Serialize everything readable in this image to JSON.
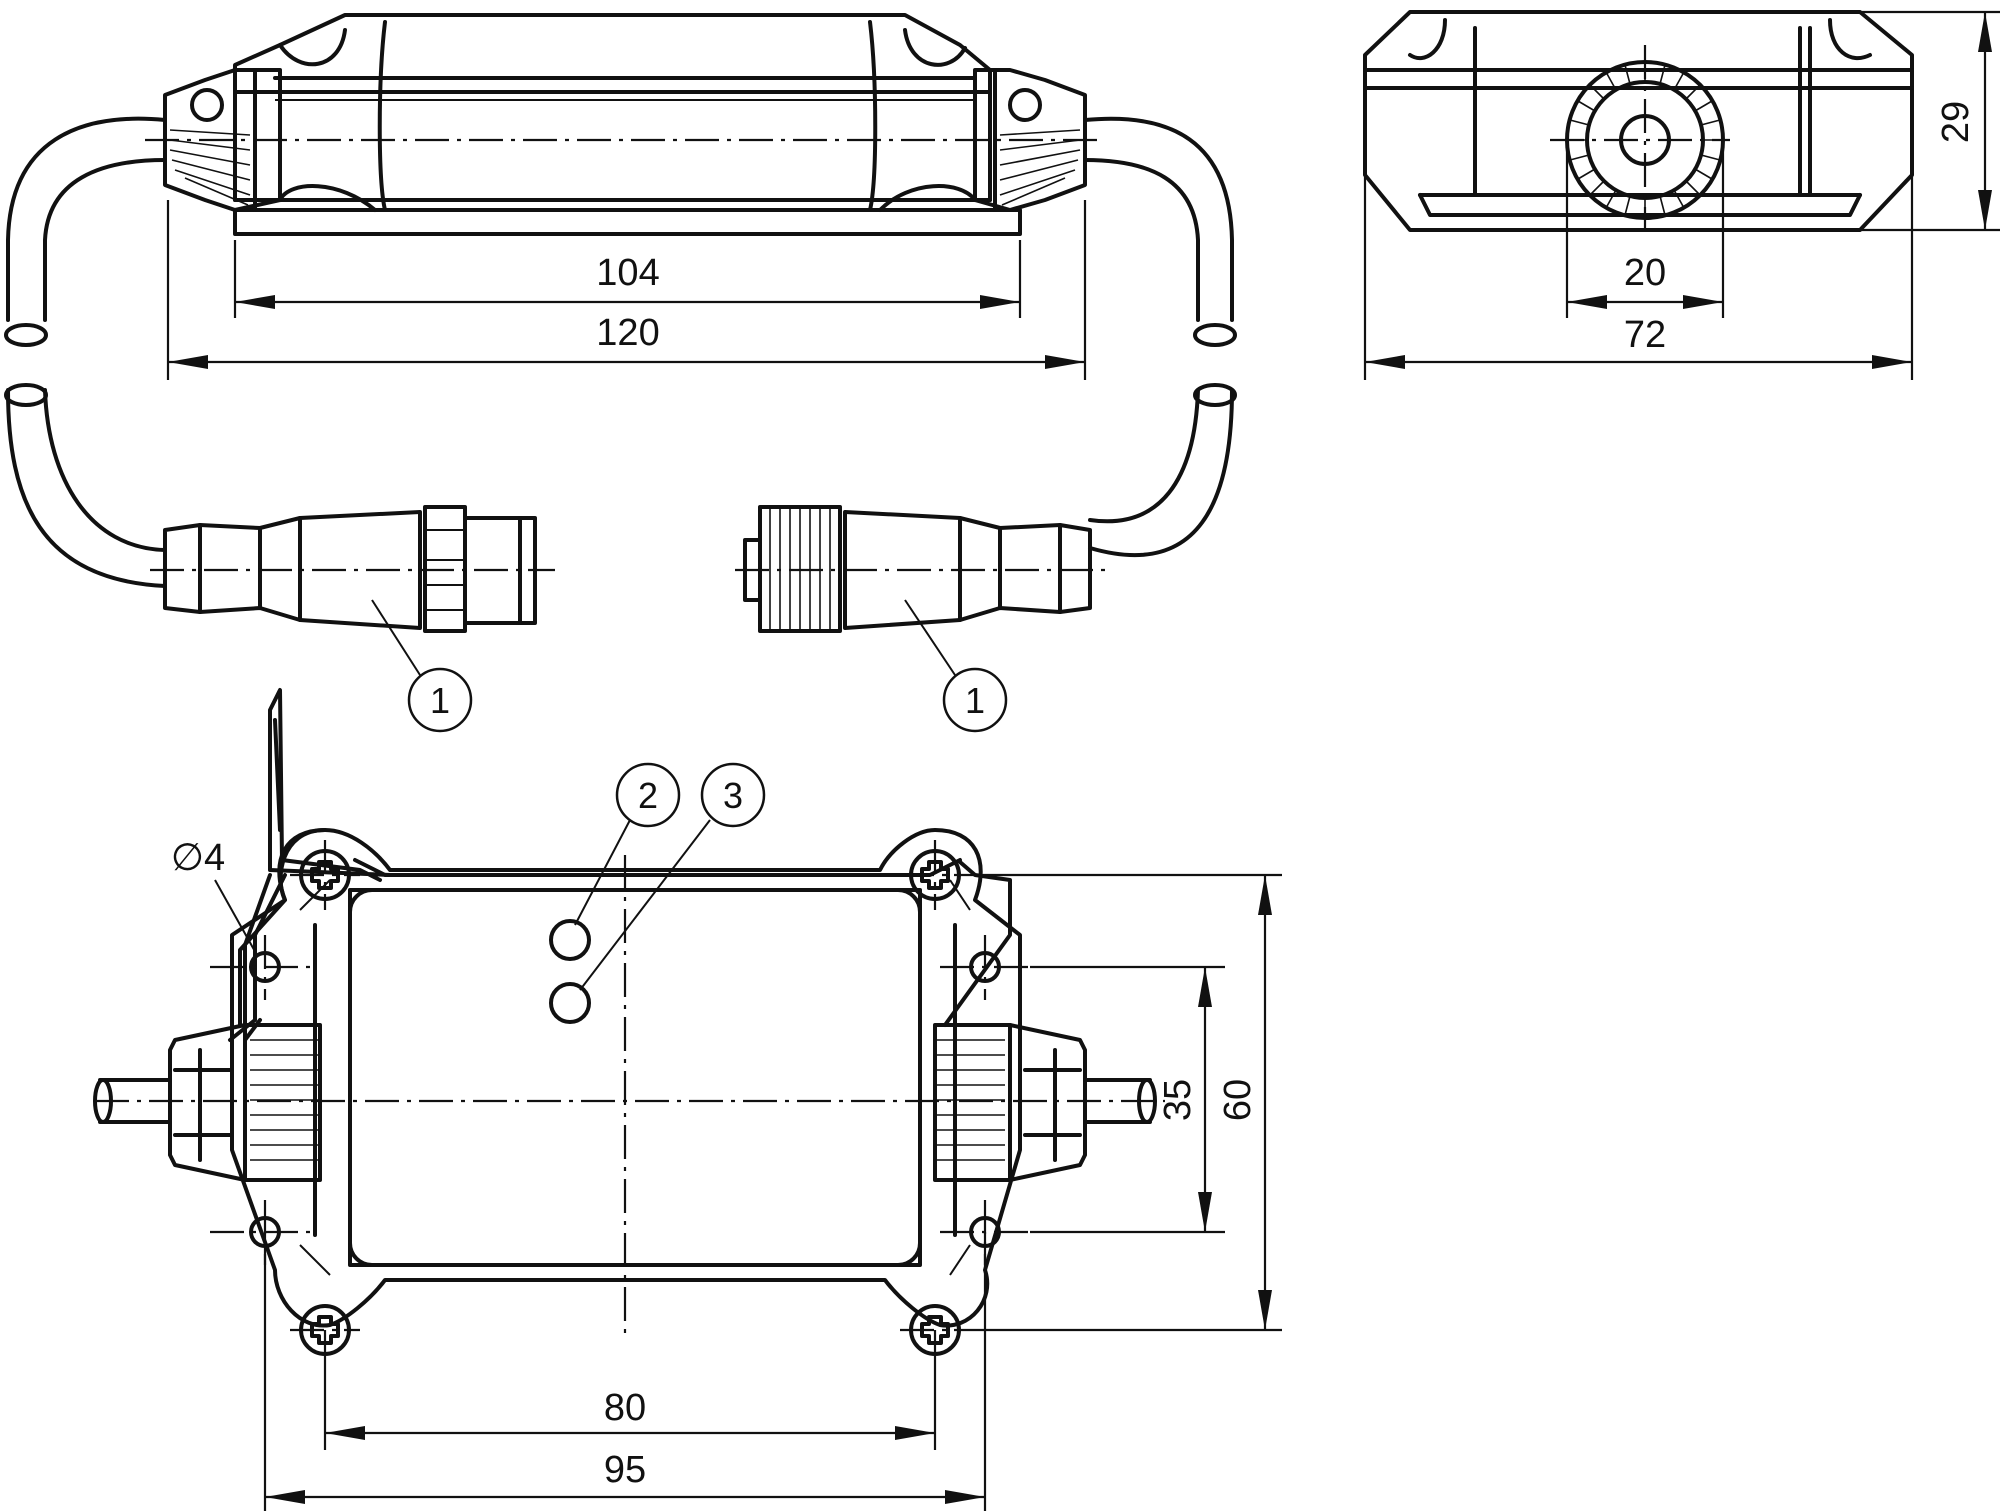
{
  "dimensions": {
    "side_inner_width": "104",
    "side_outer_width": "120",
    "end_height": "29",
    "end_connector_width": "20",
    "end_width": "72",
    "hole_diameter": "∅4",
    "top_hole_spacing_x": "80",
    "top_outer_width": "95",
    "top_hole_spacing_y": "35",
    "top_outer_height": "60"
  },
  "callouts": {
    "connector_left": "1",
    "connector_right": "1",
    "led_2": "2",
    "led_3": "3"
  }
}
